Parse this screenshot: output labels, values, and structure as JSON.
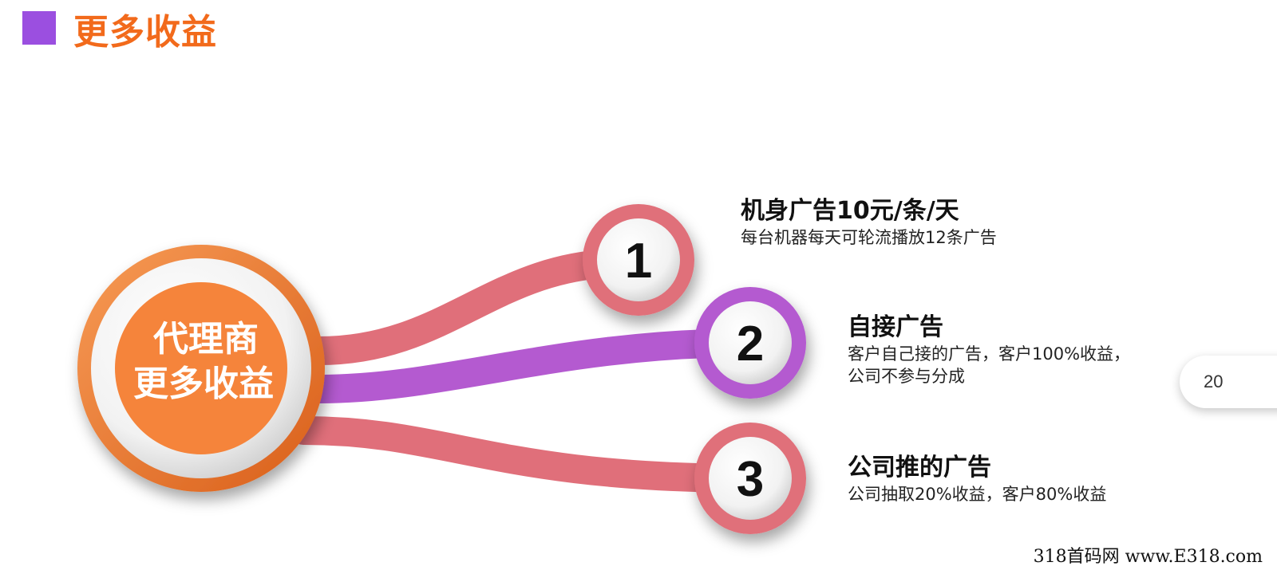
{
  "header": {
    "title": "更多收益"
  },
  "center": {
    "line1": "代理商",
    "line2": "更多收益"
  },
  "items": [
    {
      "number": "1",
      "title": "机身广告10元/条/天",
      "desc": "每台机器每天可轮流播放12条广告"
    },
    {
      "number": "2",
      "title": "自接广告",
      "desc": "客户自己接的广告，客户100%收益，公司不参与分成"
    },
    {
      "number": "3",
      "title": "公司推的广告",
      "desc": "公司抽取20%收益，客户80%收益"
    }
  ],
  "page_number": "20",
  "watermark": "318首码网 www.E318.com",
  "colors": {
    "orange": "#f5843a",
    "purple": "#b45ad0",
    "pink": "#e06f7a",
    "title": "#f26a1b",
    "square": "#9b4fe0"
  }
}
